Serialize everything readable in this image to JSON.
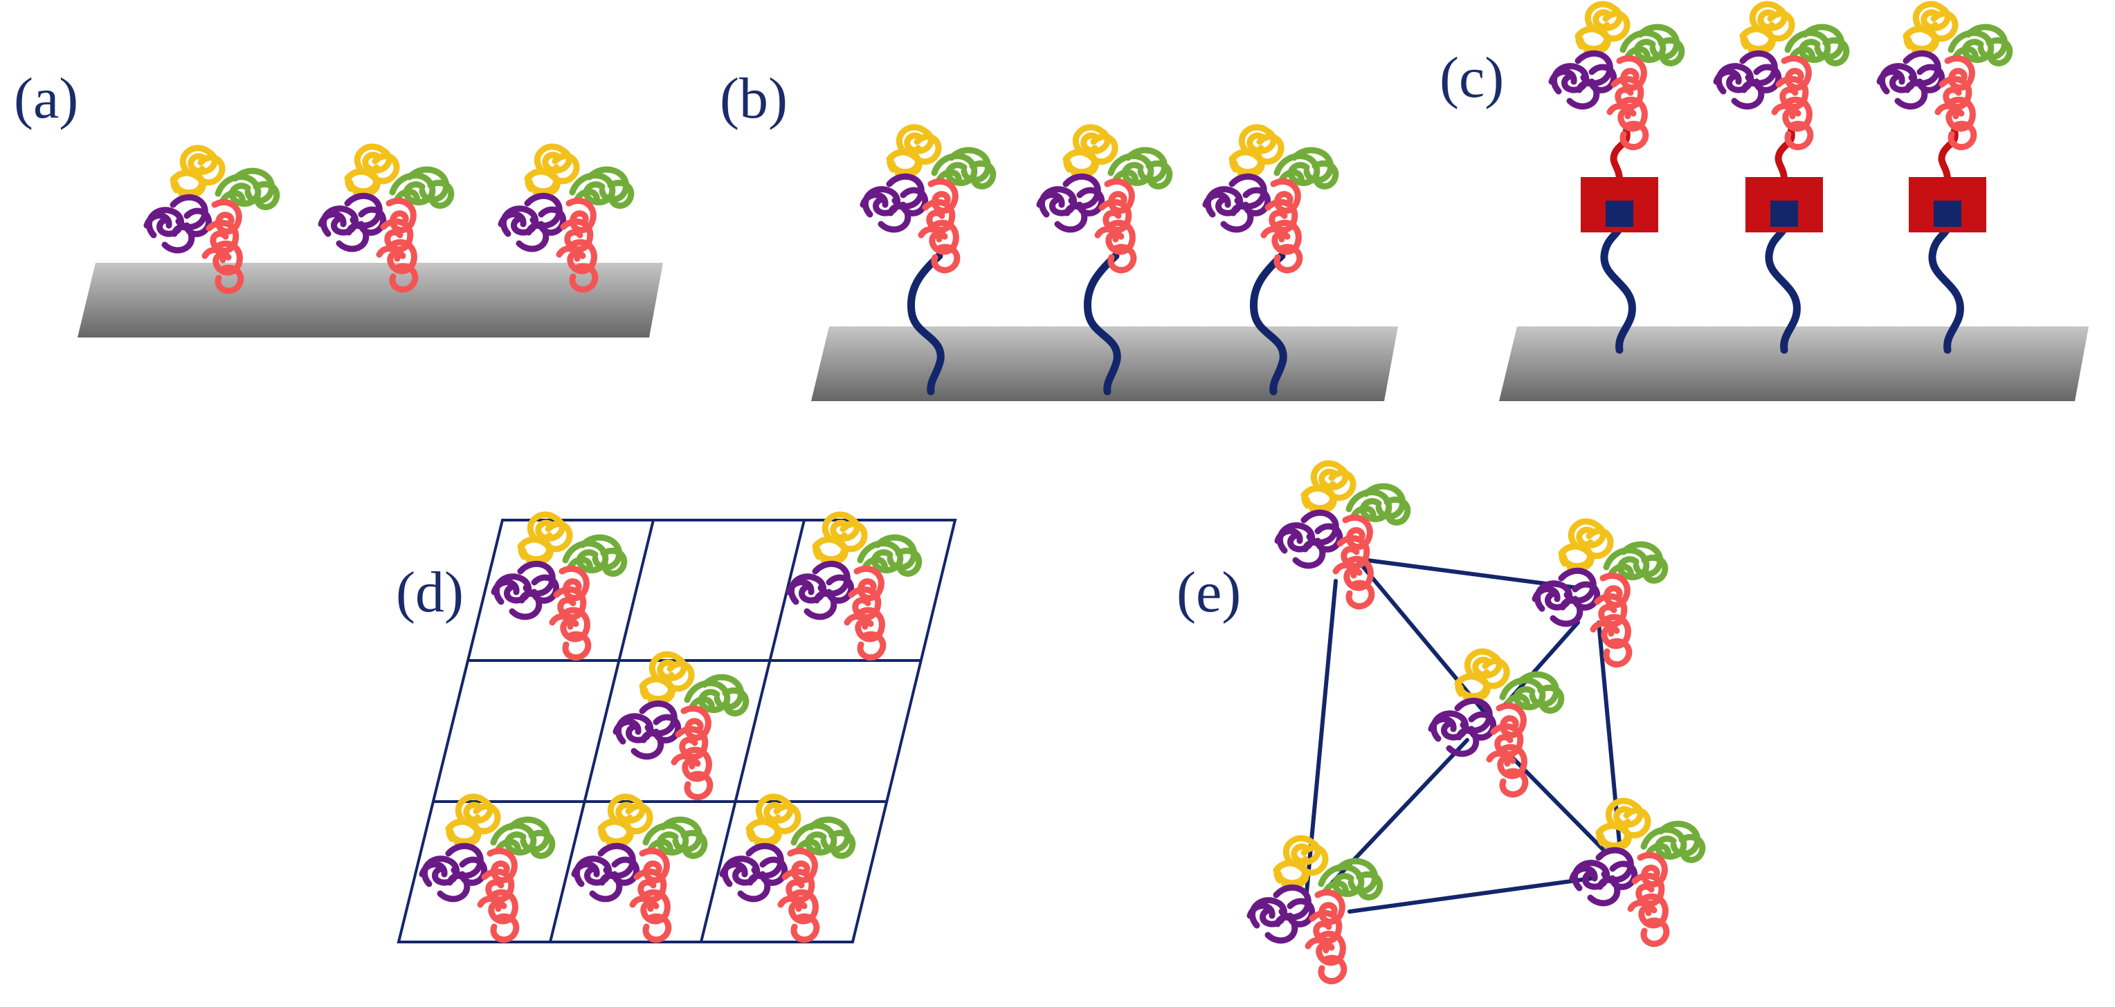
{
  "panels": [
    {
      "id": "a",
      "label": "(a)"
    },
    {
      "id": "b",
      "label": "(b)"
    },
    {
      "id": "c",
      "label": "(c)"
    },
    {
      "id": "d",
      "label": "(d)"
    },
    {
      "id": "e",
      "label": "(e)"
    }
  ],
  "colors": {
    "yellow_subunit": "#f2c11b",
    "green_subunit": "#72ad3b",
    "purple_subunit": "#6a1a86",
    "red_subunit": "#f45454",
    "linker": "#14266b",
    "anchor_block": "#c61014",
    "anchor_core": "#14266b",
    "grid_lines": "#14266b",
    "surface_top": "#c4c4c4",
    "surface_bottom": "#676767"
  },
  "icons": {
    "enzyme": "enzyme-complex-icon",
    "surface": "support-surface",
    "linker": "flexible-linker",
    "anchor": "affinity-tag-block"
  }
}
